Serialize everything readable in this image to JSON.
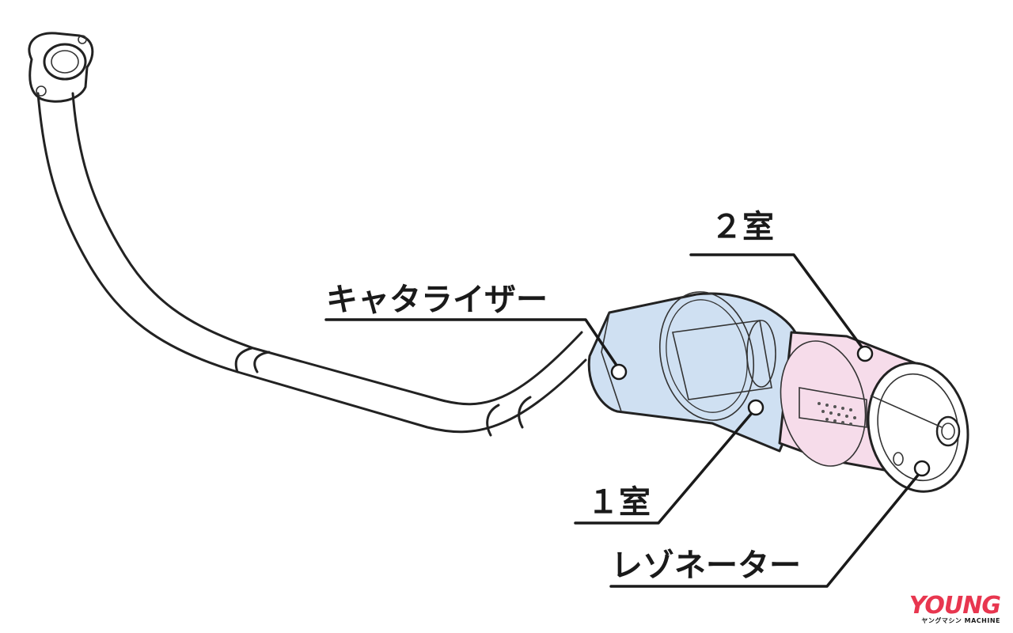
{
  "callouts": {
    "catalyzer": "キャタライザー",
    "chamber2": "２室",
    "chamber1": "１室",
    "resonator": "レゾネーター"
  },
  "logo": {
    "main": "YOUNG",
    "sub_jp": "ヤングマシン",
    "sub_en": "MACHINE"
  },
  "colors": {
    "catalyzer_chamber": "#cfe0f2",
    "chamber2_fill": "#f6dcea",
    "logo_accent": "#e8364f"
  }
}
